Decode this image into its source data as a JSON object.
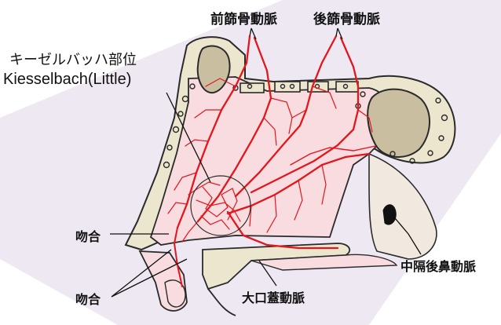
{
  "labels": {
    "anterior_ethmoidal_artery": "前篩骨動脈",
    "posterior_ethmoidal_artery": "後篩骨動脈",
    "kiesselbach_area_jp": "キーゼルバッハ部位",
    "kiesselbach_area_en": "Kiesselbach(Little)",
    "anastomosis_upper": "吻合",
    "anastomosis_lower": "吻合",
    "posterior_septal_nasal_artery": "中隔後鼻動脈",
    "greater_palatine_artery": "大口蓋動脈"
  },
  "colors": {
    "artery": "#e3161d",
    "mucosa": "#f8dcdf",
    "bone": "#ece6cf",
    "bone_outline": "#2a2a2a",
    "sinus": "#c9bea0",
    "background_band": "#ebe4f1"
  }
}
